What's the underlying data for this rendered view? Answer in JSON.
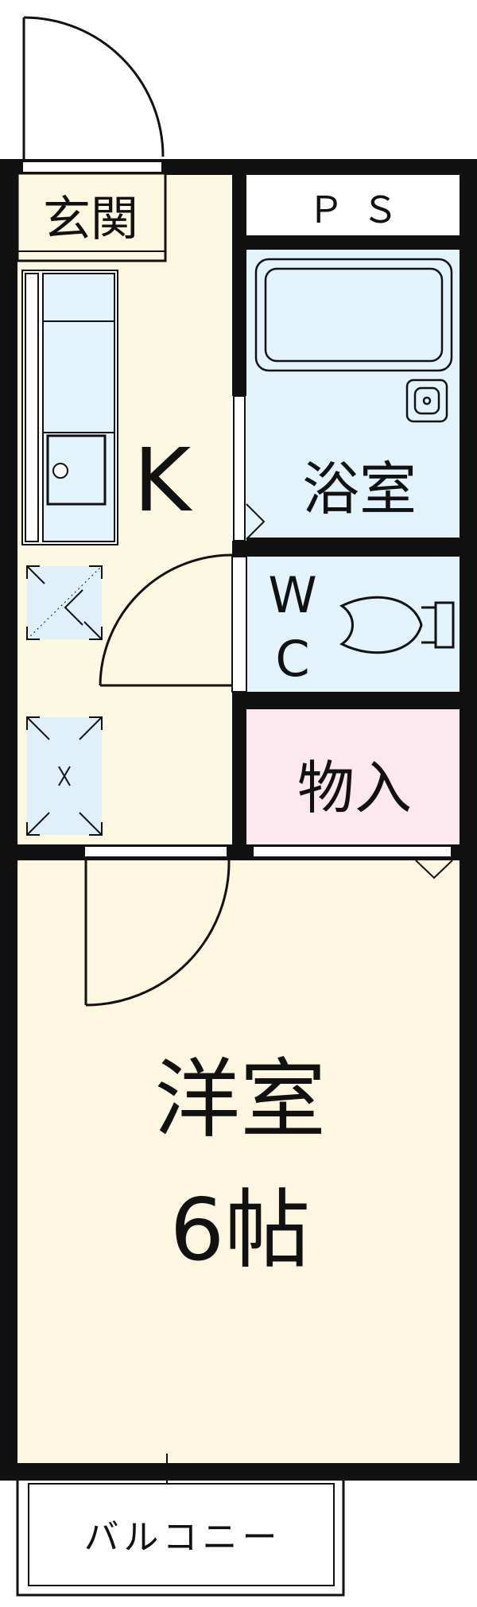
{
  "floorplan": {
    "rooms": {
      "entrance": "玄関",
      "kitchen": "K",
      "pipe_space": "ＰＳ",
      "bath": "浴室",
      "wc_w": "W",
      "wc_c": "C",
      "storage": "物入",
      "western_room": "洋室",
      "room_size": "6帖",
      "balcony": "バルコニー"
    },
    "colors": {
      "wall": "#111111",
      "kitchen_floor": "#fdf8e1",
      "western_floor": "#fdf6e0",
      "bath_floor": "#e3f3fb",
      "storage_floor": "#fde8ef",
      "appliance_fill": "#dff0fa"
    }
  }
}
